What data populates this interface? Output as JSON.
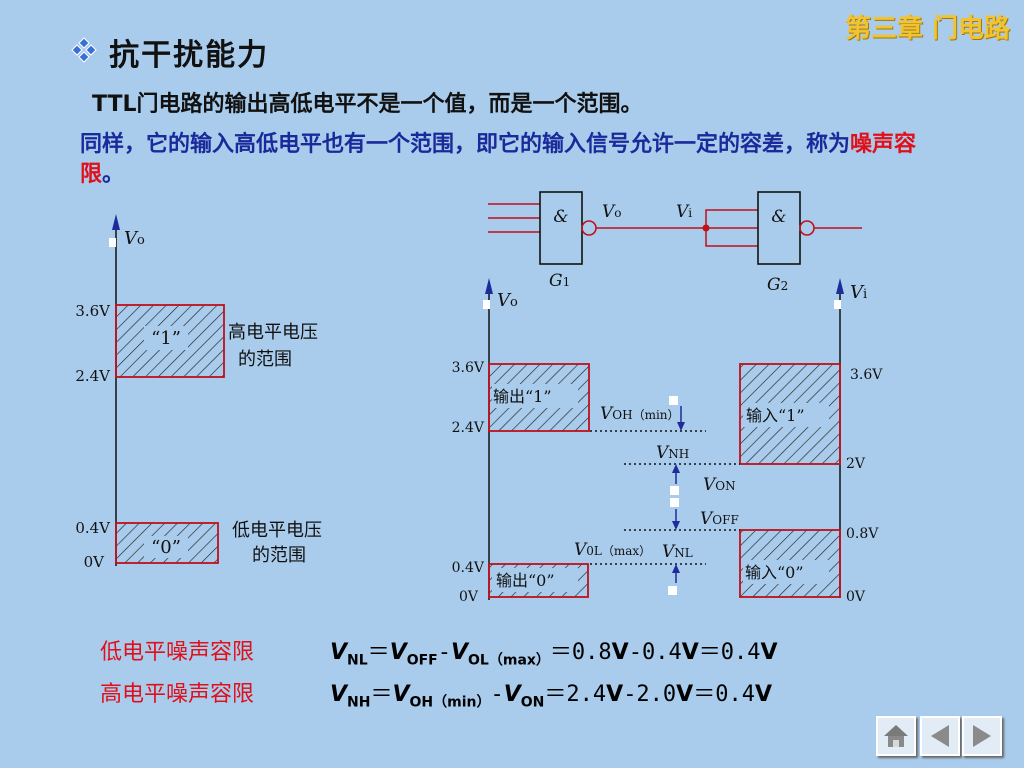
{
  "header": {
    "chapter": "第三章 门电路",
    "title": "抗干扰能力",
    "line1": "TTL门电路的输出高低电平不是一个值，而是一个范围。",
    "line2_part1": "同样，它的输入高低电平也有一个范围，即它的输入信号允许一定的容差，称为",
    "line2_highlight": "噪声容限",
    "line2_end": "。"
  },
  "left_diagram": {
    "axis_label": "V",
    "axis_sub": "o",
    "tick_36": "3.6V",
    "tick_24": "2.4V",
    "tick_04": "0.4V",
    "tick_0": "0V",
    "high_box_text": "“1”",
    "low_box_text": "“0”",
    "high_desc_1": "高电平电压",
    "high_desc_2": "的范围",
    "low_desc_1": "低电平电压",
    "low_desc_2": "的范围"
  },
  "gates": {
    "g1_symbol": "&",
    "g2_symbol": "&",
    "g1_label": "G",
    "g1_sub": "1",
    "g2_label": "G",
    "g2_sub": "2",
    "vo_label": "V",
    "vo_sub": "o",
    "vi_label": "V",
    "vi_sub": "i"
  },
  "right_diagram": {
    "out_axis_label": "V",
    "out_axis_sub": "o",
    "in_axis_label": "V",
    "in_axis_sub": "i",
    "out_tick_36": "3.6V",
    "out_tick_24": "2.4V",
    "out_tick_04": "0.4V",
    "out_tick_0": "0V",
    "in_tick_36": "3.6V",
    "in_tick_2": "2V",
    "in_tick_08": "0.8V",
    "in_tick_0": "0V",
    "out_high_text": "输出“1”",
    "out_low_text": "输出“0”",
    "in_high_text": "输入“1”",
    "in_low_text": "输入“0”",
    "voh_label": "V",
    "voh_sub": "OH（min）",
    "vnh_label": "V",
    "vnh_sub": "NH",
    "von_label": "V",
    "von_sub": "ON",
    "voff_label": "V",
    "voff_sub": "OFF",
    "vol_label": "V",
    "vol_sub": "0L（max）",
    "vnl_label": "V",
    "vnl_sub": "NL"
  },
  "formulas": {
    "low_label": "低电平噪声容限",
    "low_v1": "V",
    "low_s1": "NL",
    "low_eq1": "＝",
    "low_v2": "V",
    "low_s2": "OFF",
    "low_minus": "-",
    "low_v3": "V",
    "low_s3": "OL（max）",
    "low_eq2": "＝0.8",
    "low_u1": "V",
    "low_n2": "-0.4",
    "low_u2": "V",
    "low_eq3": "＝0.4",
    "low_u3": "V",
    "high_label": "高电平噪声容限",
    "high_v1": "V",
    "high_s1": "NH",
    "high_eq1": "＝",
    "high_v2": "V",
    "high_s2": "OH（min）",
    "high_minus": "-",
    "high_v3": "V",
    "high_s3": "ON",
    "high_eq2": "＝2.4",
    "high_u1": "V",
    "high_n2": "-2.0",
    "high_u2": "V",
    "high_eq3": "＝0.4",
    "high_u3": "V"
  },
  "nav": {
    "home_icon": "home-icon",
    "prev_icon": "triangle-left-icon",
    "next_icon": "triangle-right-icon"
  },
  "colors": {
    "background": "#a9ccec",
    "accent_red": "#e0101a",
    "accent_blue": "#1a2a9a",
    "chapter_gold": "#f2c230"
  }
}
